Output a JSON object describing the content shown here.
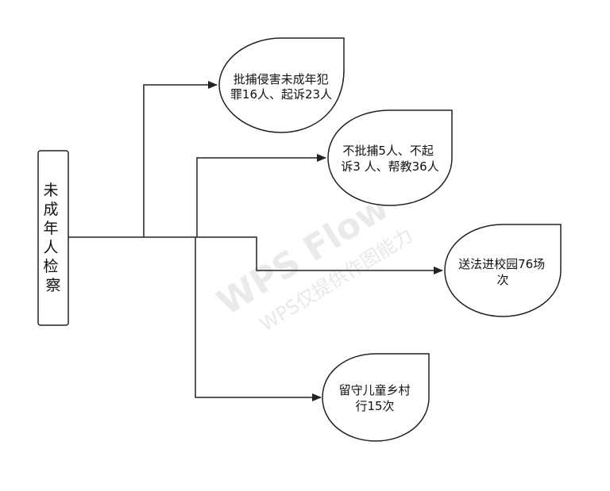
{
  "root": {
    "label_chars": [
      "未",
      "成",
      "年",
      "人",
      "检",
      "察"
    ]
  },
  "nodes": [
    {
      "id": "arrests",
      "lines": [
        "批捕侵害未成年犯",
        "罪16人、起诉23人"
      ]
    },
    {
      "id": "non-arrests",
      "lines": [
        "不批捕5人、不起",
        "诉3 人、帮教36人"
      ]
    },
    {
      "id": "campus",
      "lines": [
        "送法进校园76场",
        "次"
      ]
    },
    {
      "id": "rural",
      "lines": [
        "留守儿童乡村",
        "行15次"
      ]
    }
  ],
  "watermark": {
    "line1": "WPS Flow",
    "line2": "WPS仅提供作图能力"
  },
  "colors": {
    "stroke": "#222222",
    "text": "#111111",
    "watermark": "#d9d9d9"
  }
}
